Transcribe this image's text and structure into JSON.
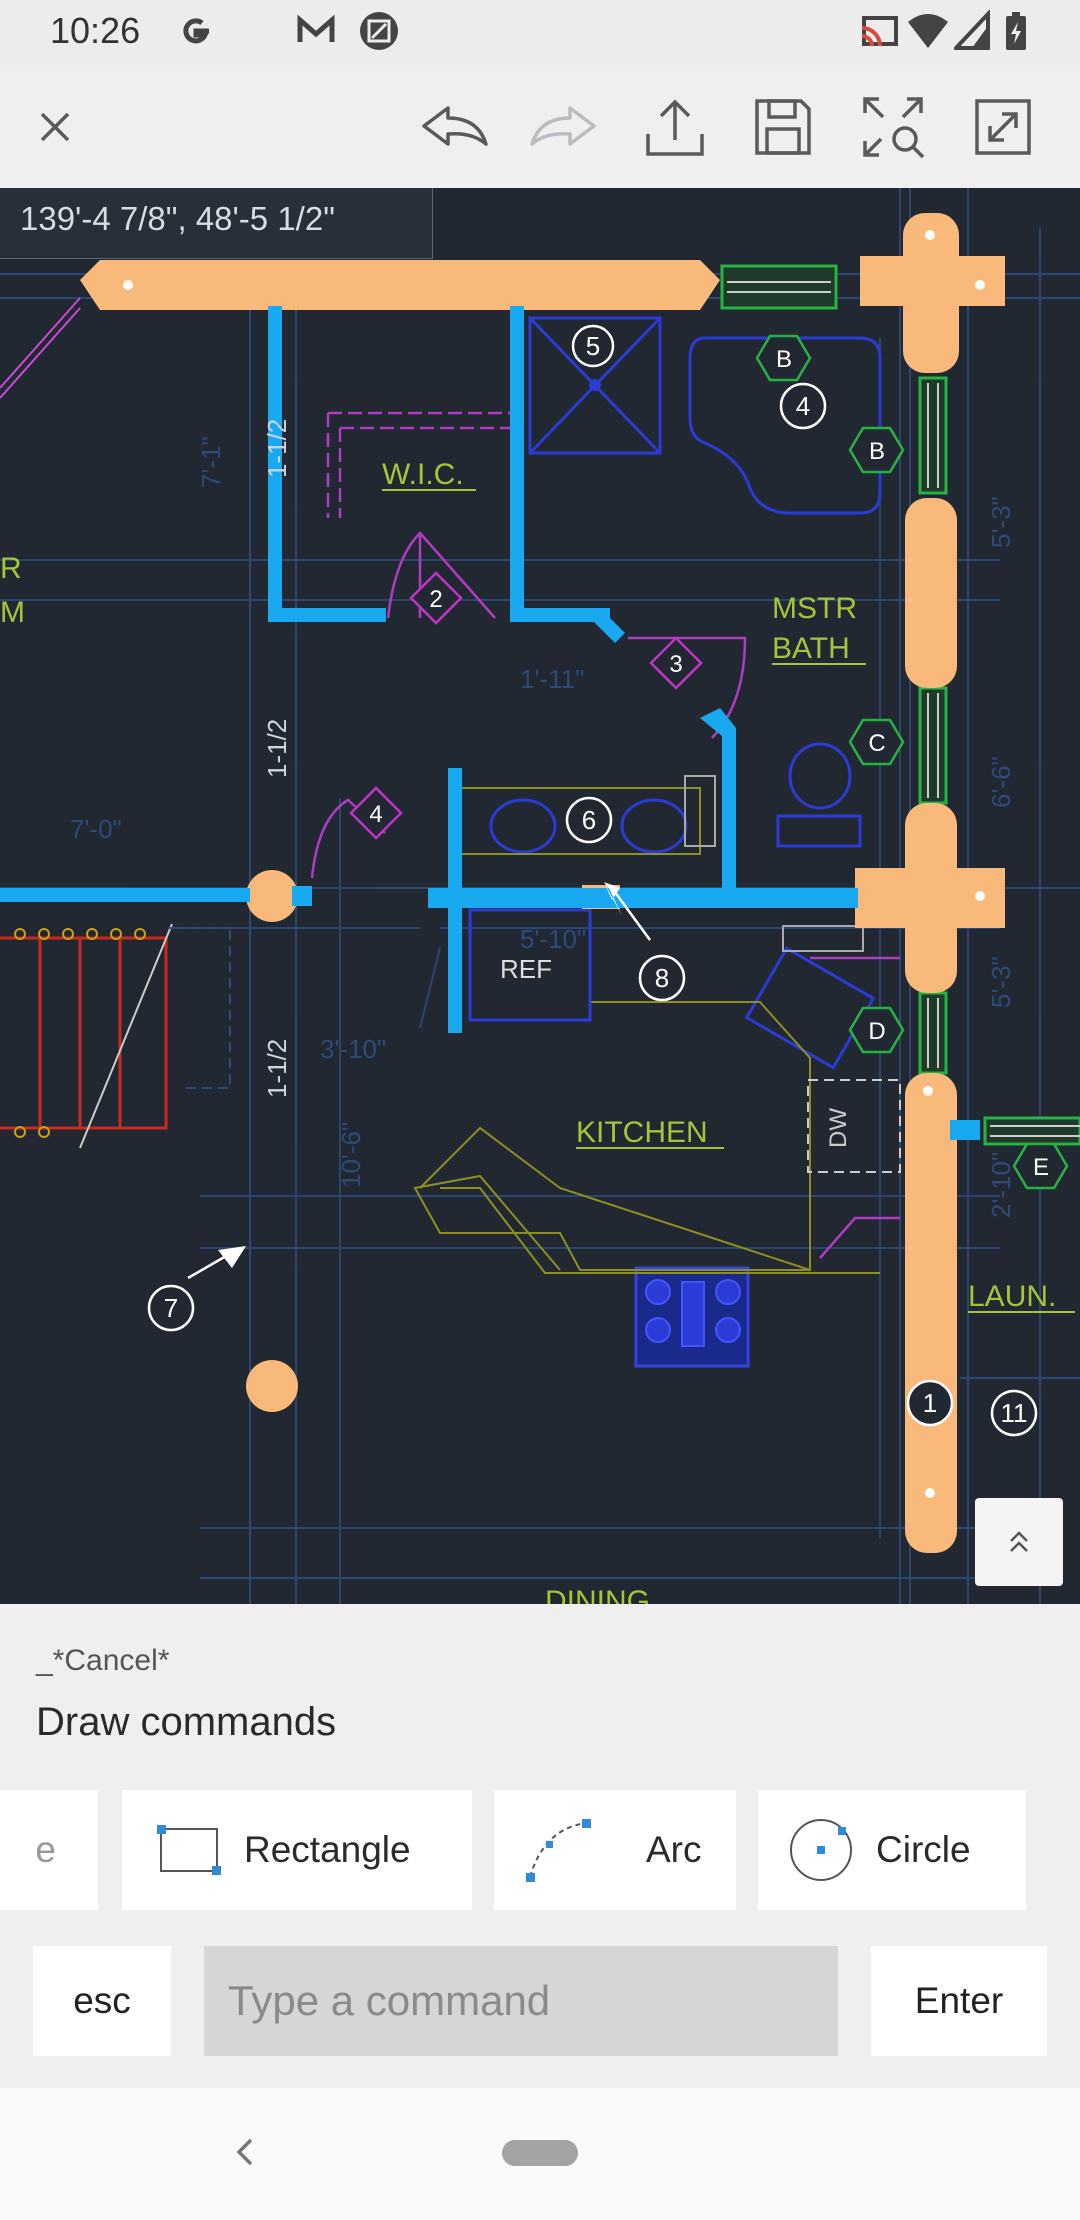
{
  "status_bar": {
    "time": "10:26",
    "left_icons": [
      "google-g-icon",
      "gmail-icon",
      "screenshot-icon"
    ],
    "right_icons": [
      "cast-icon",
      "wifi-icon",
      "signal-icon",
      "battery-charging-icon"
    ]
  },
  "toolbar": {
    "icons": [
      "close-icon",
      "undo-icon",
      "redo-icon",
      "share-icon",
      "save-icon",
      "zoom-extents-icon",
      "fullscreen-icon"
    ]
  },
  "drawing": {
    "coordinates": "139'-4 7/8\", 48'-5 1/2\"",
    "room_labels": {
      "wic": "W.I.C.",
      "mstr": "MSTR",
      "bath": "BATH",
      "kitchen": "KITCHEN",
      "laun": "LAUN.",
      "dining": "DINING",
      "ref": "REF",
      "dw": "DW",
      "partial_r": "R",
      "partial_m": "M"
    },
    "dimensions": [
      "1-1/2",
      "1-1/2",
      "1-1/2"
    ],
    "door_tags": [
      "2",
      "3",
      "4"
    ],
    "callouts": [
      "5",
      "4",
      "6",
      "8",
      "7",
      "1",
      "11"
    ],
    "window_tags": [
      "B",
      "B",
      "C",
      "D",
      "E"
    ],
    "colors": {
      "background": "#212831",
      "beam": "#f8b97a",
      "wall": "#19a9f0",
      "text_green": "#a3c639",
      "fixture": "#2b3bd6",
      "door": "#c233c9"
    }
  },
  "panel": {
    "cancel_text": "_*Cancel*",
    "title": "Draw commands",
    "partial_button": "e",
    "commands": [
      {
        "label": "Rectangle",
        "icon": "rectangle-icon"
      },
      {
        "label": "Arc",
        "icon": "arc-icon"
      },
      {
        "label": "Circle",
        "icon": "circle-icon"
      }
    ],
    "esc_label": "esc",
    "input_placeholder": "Type a command",
    "enter_label": "Enter"
  },
  "nav_bar": {
    "icons": [
      "back-icon",
      "home-pill-icon"
    ]
  }
}
